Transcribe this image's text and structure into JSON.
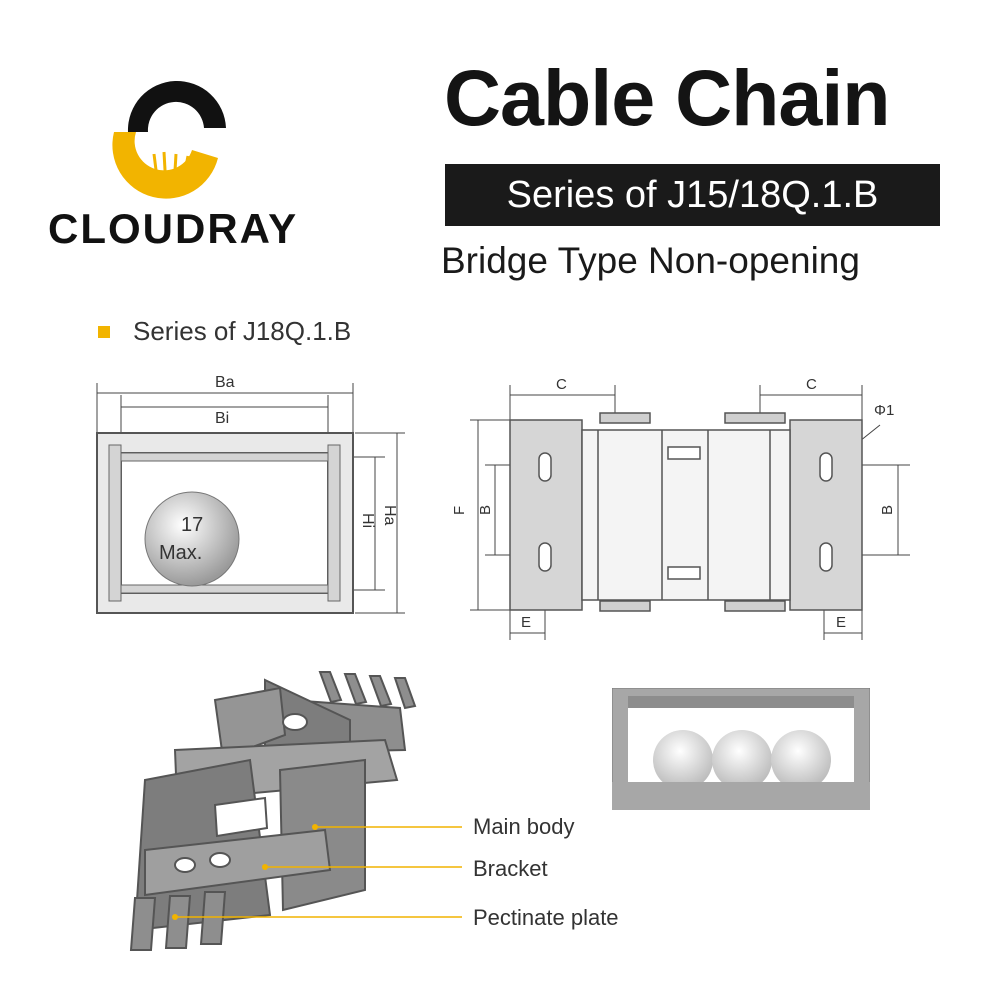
{
  "brand": {
    "name": "CLOUDRAY"
  },
  "header": {
    "title": "Cable Chain",
    "series_banner": "Series of J15/18Q.1.B",
    "subtitle": "Bridge Type Non-opening"
  },
  "section": {
    "heading": "Series of J18Q.1.B"
  },
  "cross_section": {
    "outer_width_label": "Ba",
    "inner_width_label": "Bi",
    "outer_height_label": "Ha",
    "inner_height_label": "Hi",
    "cable_size": "17",
    "cable_size_note": "Max."
  },
  "link_drawing": {
    "pitch_label_left": "C",
    "pitch_label_right": "C",
    "diameter_label": "Φ1",
    "height_label": "F",
    "hole_spacing_left": "B",
    "hole_spacing_right": "B",
    "edge_left": "E",
    "edge_right": "E"
  },
  "callouts": {
    "main_body": "Main body",
    "bracket": "Bracket",
    "pectinate_plate": "Pectinate plate"
  },
  "colors": {
    "accent": "#f2b400",
    "banner": "#1a1a1a",
    "part_gray": "#8e8e8e"
  }
}
